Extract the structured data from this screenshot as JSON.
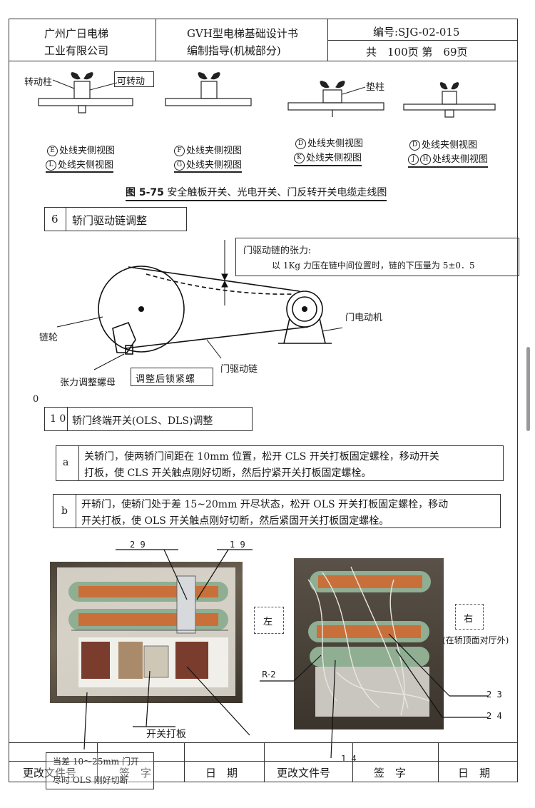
{
  "header": {
    "company_line1": "广州广日电梯",
    "company_line2": "工业有限公司",
    "doc_line1": "GVH型电梯基础设计书",
    "doc_line2": "编制指导(机械部分)",
    "code_label": "编号:SJG-02-015",
    "pages_label": "共　100页 第　69页"
  },
  "fig_top": {
    "label_rotating_column": "转动柱",
    "label_rotatable": "可转动",
    "label_pad_column": "垫柱",
    "group1_line1_letter": "E",
    "group1_line1": "处线夹侧视图",
    "group1_line2_letter": "L",
    "group1_line2": "处线夹侧视图",
    "group2_line1_letter": "F",
    "group2_line1": "处线夹侧视图",
    "group2_line2_letter": "G",
    "group2_line2": "处线夹侧视图",
    "group3_line1_letter": "D",
    "group3_line1": "处线夹侧视图",
    "group3_line2_letter": "K",
    "group3_line2": "处线夹侧视图",
    "group4_line1_letter": "D",
    "group4_line1": "处线夹侧视图",
    "group4_line2_letter1": "J",
    "group4_line2_letter2": "H",
    "group4_line2": "处线夹侧视图",
    "caption_prefix": "图 5-75",
    "caption": "安全触板开关、光电开关、门反转开关电缆走线图"
  },
  "section6": {
    "num": "6",
    "title": "轿门驱动链调整"
  },
  "chain_fig": {
    "tension_title": "门驱动链的张力:",
    "tension_desc": "以 1Kg 力压在链中间位置时，链的下压量为 5±0．5",
    "label_sprocket": "链轮",
    "label_motor": "门电动机",
    "label_chain": "门驱动链",
    "label_nut": "张力调整螺母",
    "label_lock_bolt": "调整后锁紧螺"
  },
  "stray_zero": "0",
  "section10": {
    "num": "1 0",
    "title": "轿门终端开关(OLS、DLS)调整"
  },
  "step_a": {
    "label": "a",
    "line1": "关轿门，使两轿门间距在 10mm 位置，松开 CLS 开关打板固定螺栓，移动开关",
    "line2": "打板，使 CLS 开关触点刚好切断，然后拧紧开关打板固定螺栓。"
  },
  "step_b": {
    "label": "b",
    "line1": "开轿门，使轿门处于差 15~20mm 开尽状态，松开 OLS 开关打板固定螺栓，移动",
    "line2": "开关打板，使 OLS 开关触点刚好切断，然后紧固开关打板固定螺栓。"
  },
  "photos": {
    "num_29": "2 9",
    "num_19": "1 9",
    "left_box": "左",
    "right_box": "右",
    "right_note": "(在轿顶面对厅外)",
    "label_r2": "R-2",
    "num_23": "2 3",
    "num_24": "2 4",
    "num_14": "1 4",
    "switch_plate": "开关打板",
    "note_line1": "当差 10～25mm 门开",
    "note_line2": "尽时 OLS 刚好切断"
  },
  "footer": {
    "col1": "更改文件号",
    "col2": "签　字",
    "col3": "日　期",
    "col4": "更改文件号",
    "col5": "签　字",
    "col6": "日　期"
  }
}
